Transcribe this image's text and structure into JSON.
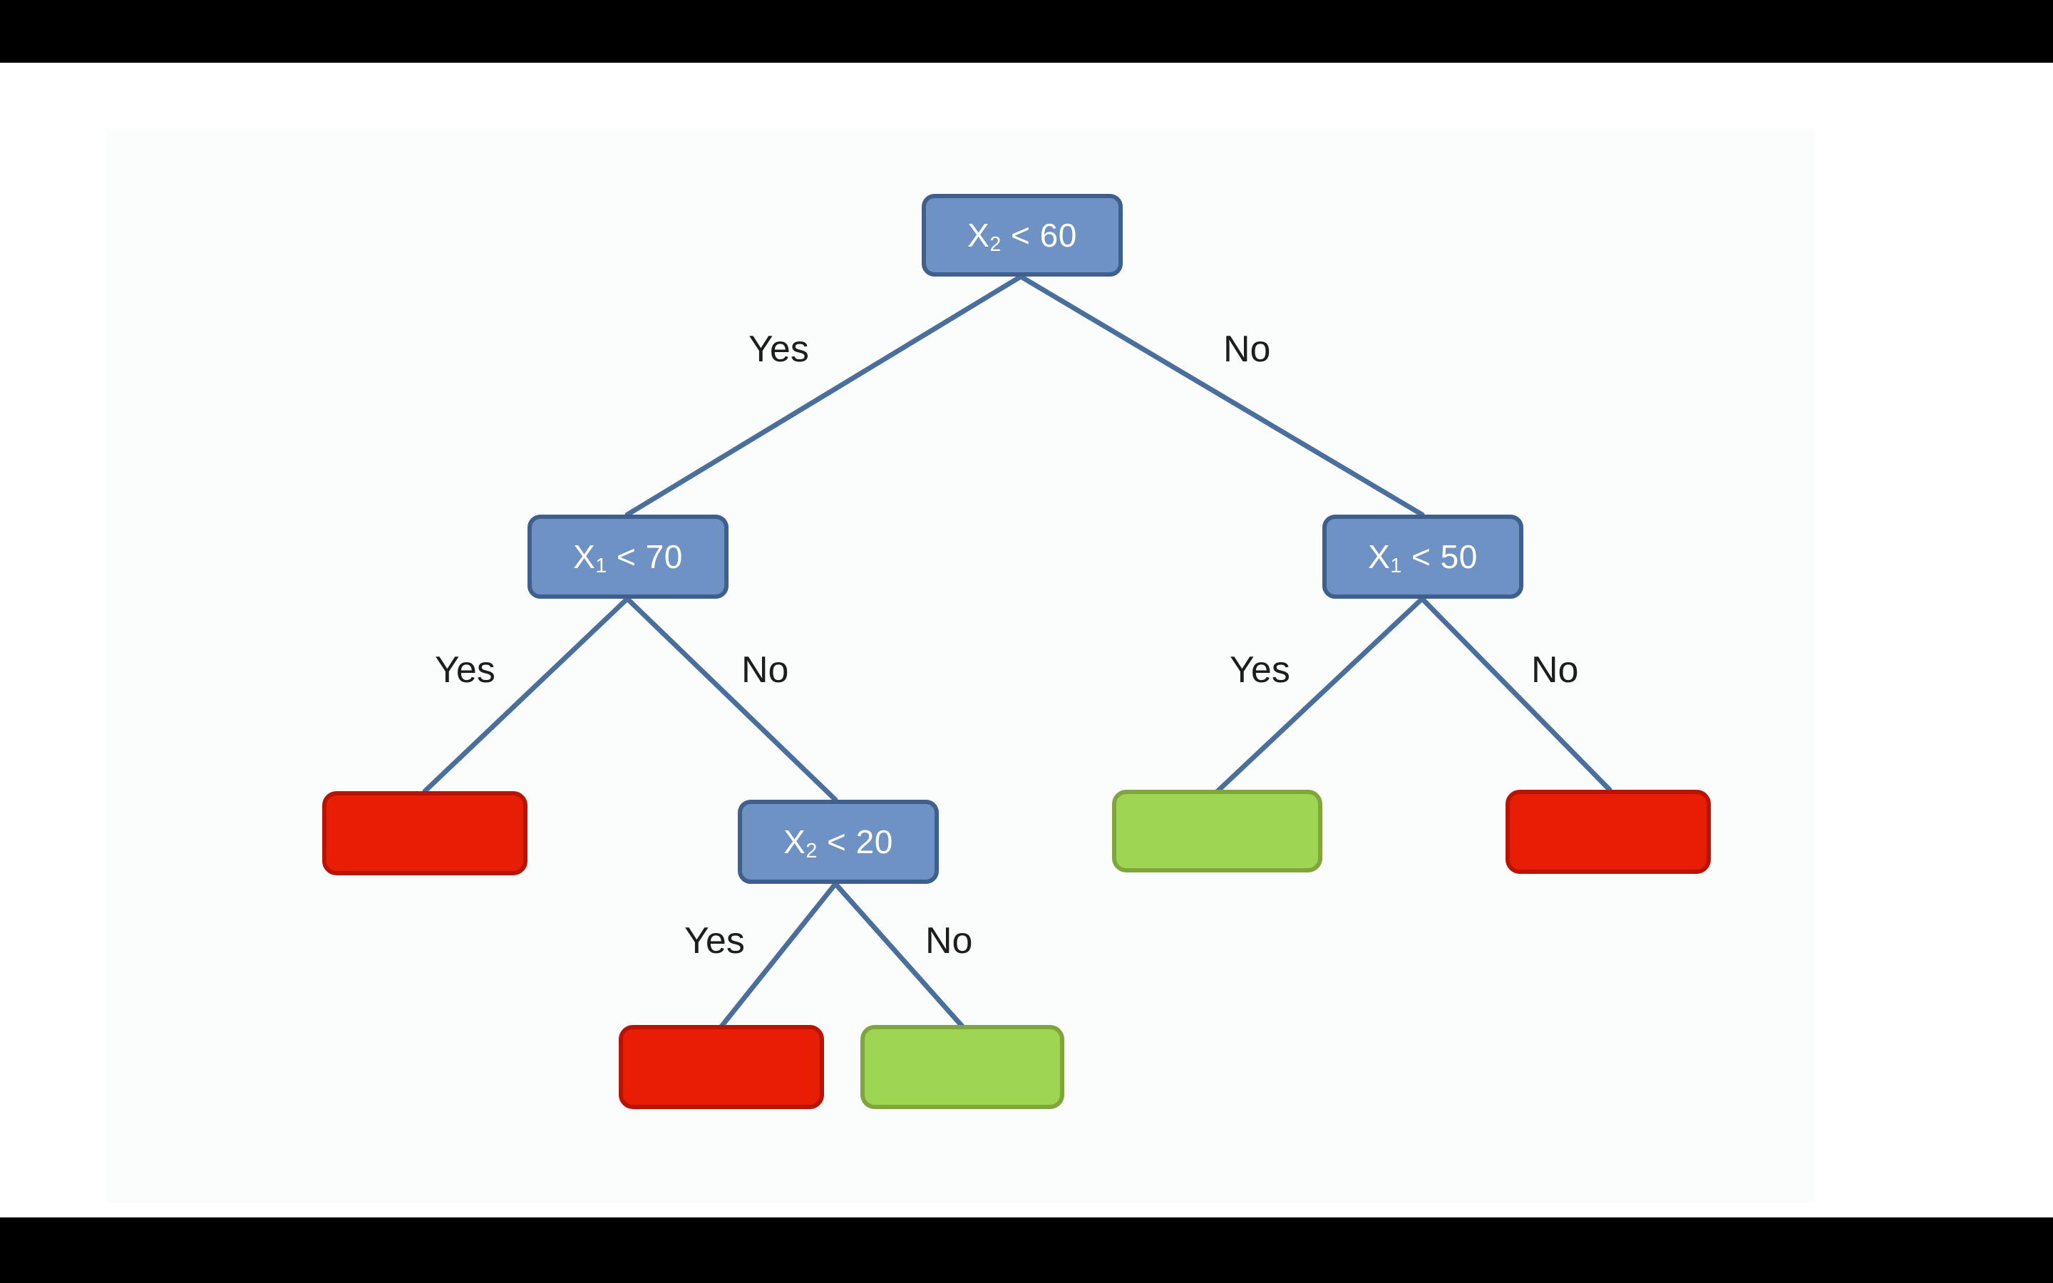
{
  "diagram": {
    "type": "decision-tree",
    "title": "",
    "colors": {
      "decision_fill": "#6e92c4",
      "decision_border": "#3f5f8f",
      "leaf_red_fill": "#e81d05",
      "leaf_red_border": "#b81304",
      "leaf_green_fill": "#9ed553",
      "leaf_green_border": "#7fa53c",
      "edge": "#4a6f9c",
      "label_text": "#1d1d1b",
      "node_text": "#ffffff",
      "slide_background": "#ffffff",
      "letterbox": "#000000"
    },
    "nodes": [
      {
        "id": "root",
        "kind": "decision",
        "variable": "X",
        "subscript": "2",
        "operator": "<",
        "threshold": 60,
        "text": "X2 < 60"
      },
      {
        "id": "n-l",
        "kind": "decision",
        "variable": "X",
        "subscript": "1",
        "operator": "<",
        "threshold": 70,
        "text": "X1 < 70"
      },
      {
        "id": "n-r",
        "kind": "decision",
        "variable": "X",
        "subscript": "1",
        "operator": "<",
        "threshold": 50,
        "text": "X1 < 50"
      },
      {
        "id": "n-lr",
        "kind": "decision",
        "variable": "X",
        "subscript": "2",
        "operator": "<",
        "threshold": 20,
        "text": "X2 < 20"
      },
      {
        "id": "leaf-ll",
        "kind": "leaf",
        "class": "red",
        "text": ""
      },
      {
        "id": "leaf-rl",
        "kind": "leaf",
        "class": "green",
        "text": ""
      },
      {
        "id": "leaf-rr",
        "kind": "leaf",
        "class": "red",
        "text": ""
      },
      {
        "id": "leaf-lrl",
        "kind": "leaf",
        "class": "red",
        "text": ""
      },
      {
        "id": "leaf-lrr",
        "kind": "leaf",
        "class": "green",
        "text": ""
      }
    ],
    "edges": [
      {
        "from": "root",
        "to": "n-l",
        "label": "Yes"
      },
      {
        "from": "root",
        "to": "n-r",
        "label": "No"
      },
      {
        "from": "n-l",
        "to": "leaf-ll",
        "label": "Yes"
      },
      {
        "from": "n-l",
        "to": "n-lr",
        "label": "No"
      },
      {
        "from": "n-r",
        "to": "leaf-rl",
        "label": "Yes"
      },
      {
        "from": "n-r",
        "to": "leaf-rr",
        "label": "No"
      },
      {
        "from": "n-lr",
        "to": "leaf-lrl",
        "label": "Yes"
      },
      {
        "from": "n-lr",
        "to": "leaf-lrr",
        "label": "No"
      }
    ],
    "labels": {
      "root_yes": "Yes",
      "root_no": "No",
      "left_yes": "Yes",
      "left_no": "No",
      "right_yes": "Yes",
      "right_no": "No",
      "lr_yes": "Yes",
      "lr_no": "No"
    },
    "node_text": {
      "root_var": "X",
      "root_sub": "2",
      "root_rest": " < 60",
      "left_var": "X",
      "left_sub": "1",
      "left_rest": " < 70",
      "right_var": "X",
      "right_sub": "1",
      "right_rest": " < 50",
      "lr_var": "X",
      "lr_sub": "2",
      "lr_rest": " < 20"
    }
  }
}
